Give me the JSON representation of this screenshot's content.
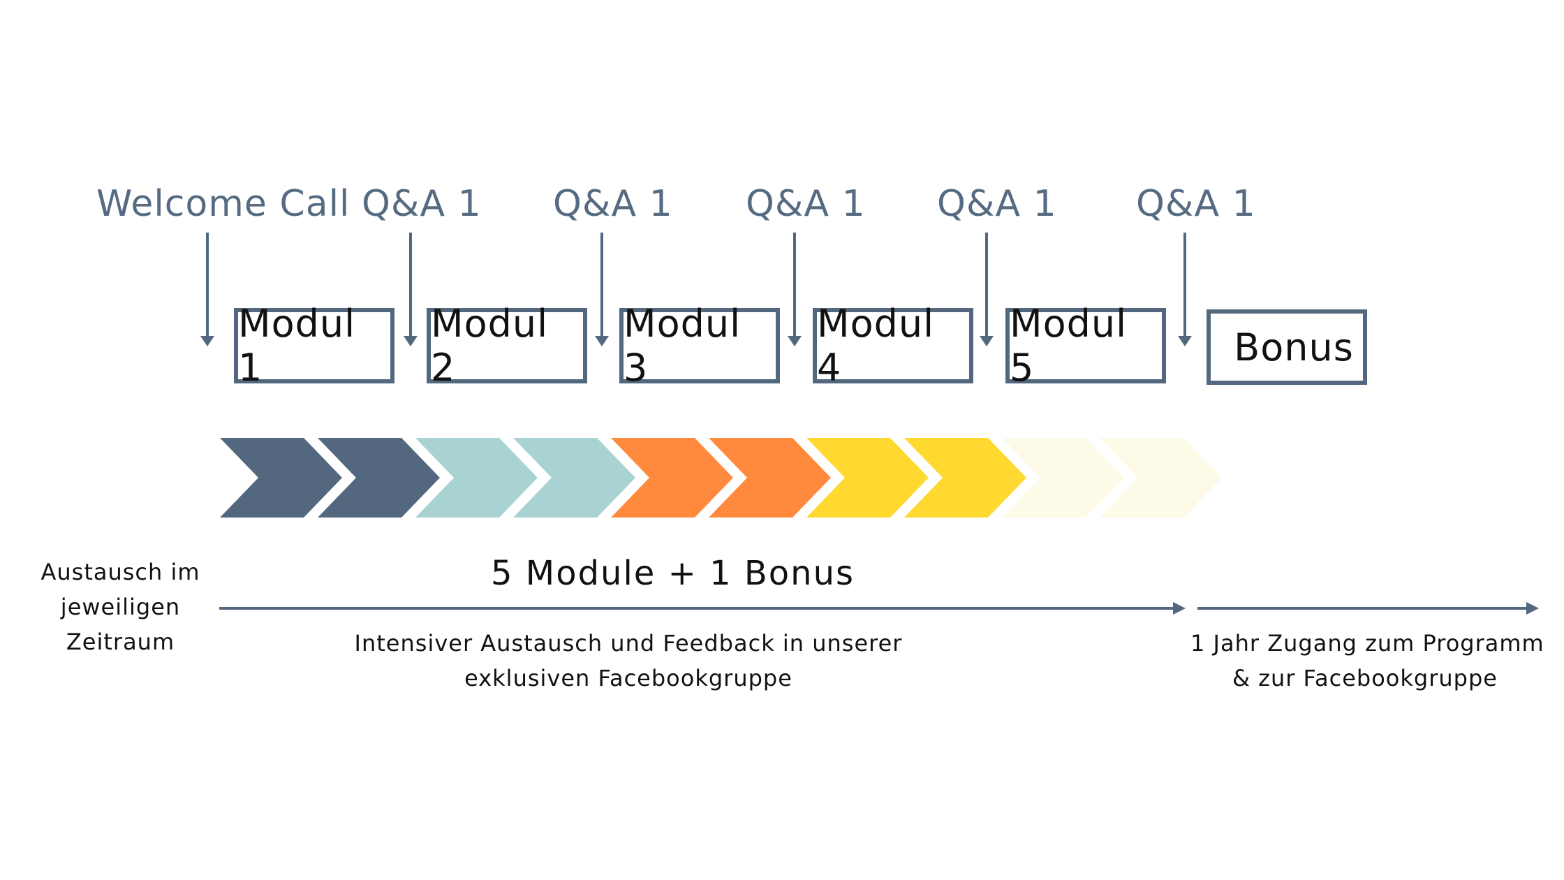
{
  "top_labels": {
    "welcome": "Welcome Call",
    "qa1": "Q&A 1",
    "qa2": "Q&A 1",
    "qa3": "Q&A 1",
    "qa4": "Q&A 1",
    "qa5": "Q&A 1"
  },
  "modules": [
    "Modul 1",
    "Modul 2",
    "Modul 3",
    "Modul 4",
    "Modul 5",
    "Bonus"
  ],
  "chevrons": {
    "colors": [
      "#53687f",
      "#53687f",
      "#a8d3d2",
      "#a8d3d2",
      "#ff8a3d",
      "#ff8a3d",
      "#ffd830",
      "#ffd830",
      "#fdfae8",
      "#fdfae8"
    ]
  },
  "left_note": [
    "Austausch im",
    "jeweiligen",
    "Zeitraum"
  ],
  "summary_title": "5 Module + 1 Bonus",
  "main_arrow_caption": [
    "Intensiver Austausch und Feedback in unserer",
    "exklusiven Facebookgruppe"
  ],
  "right_arrow_caption": [
    "1 Jahr Zugang zum Programm",
    "& zur Facebookgruppe"
  ],
  "colors": {
    "slate": "#53687f",
    "slate_text": "#566b81"
  }
}
